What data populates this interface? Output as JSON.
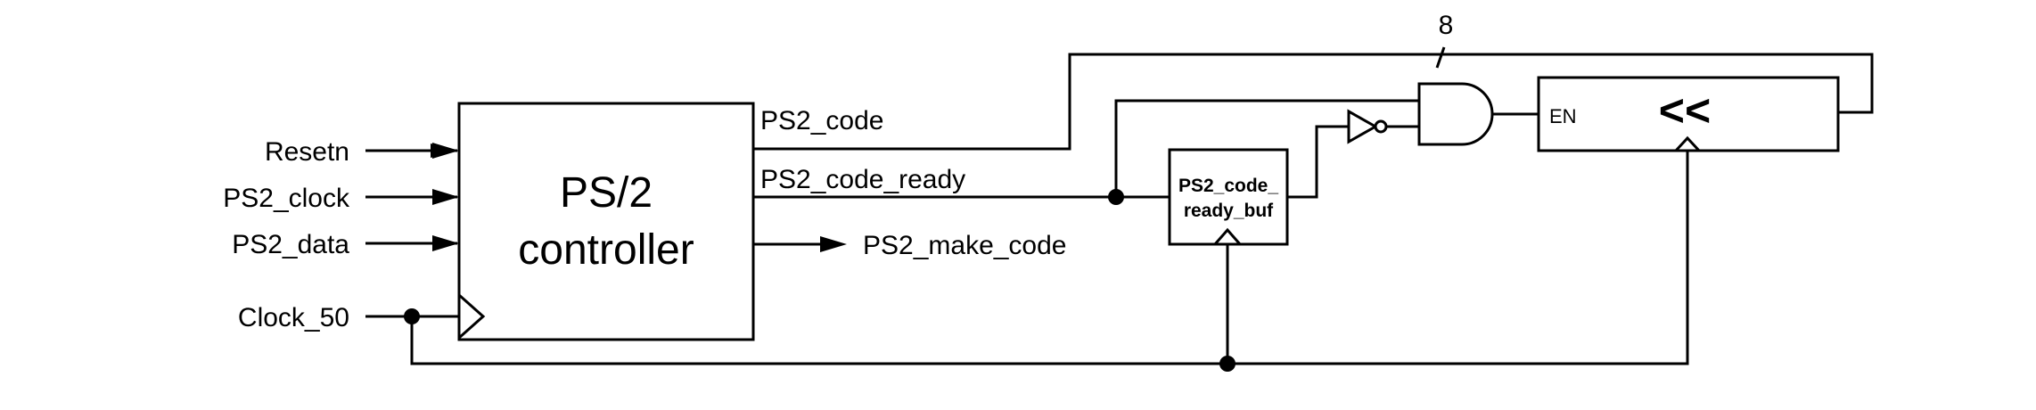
{
  "inputs": {
    "resetn": "Resetn",
    "ps2_clock": "PS2_clock",
    "ps2_data": "PS2_data",
    "clock_50": "Clock_50"
  },
  "controller": {
    "line1": "PS/2",
    "line2": "controller"
  },
  "outputs": {
    "ps2_code": "PS2_code",
    "ps2_code_ready": "PS2_code_ready",
    "ps2_make_code": "PS2_make_code"
  },
  "buffer": {
    "line1": "PS2_code_",
    "line2": "ready_buf"
  },
  "bus_width": "8",
  "shift_register": {
    "enable_label": "EN",
    "operator": "<<"
  }
}
